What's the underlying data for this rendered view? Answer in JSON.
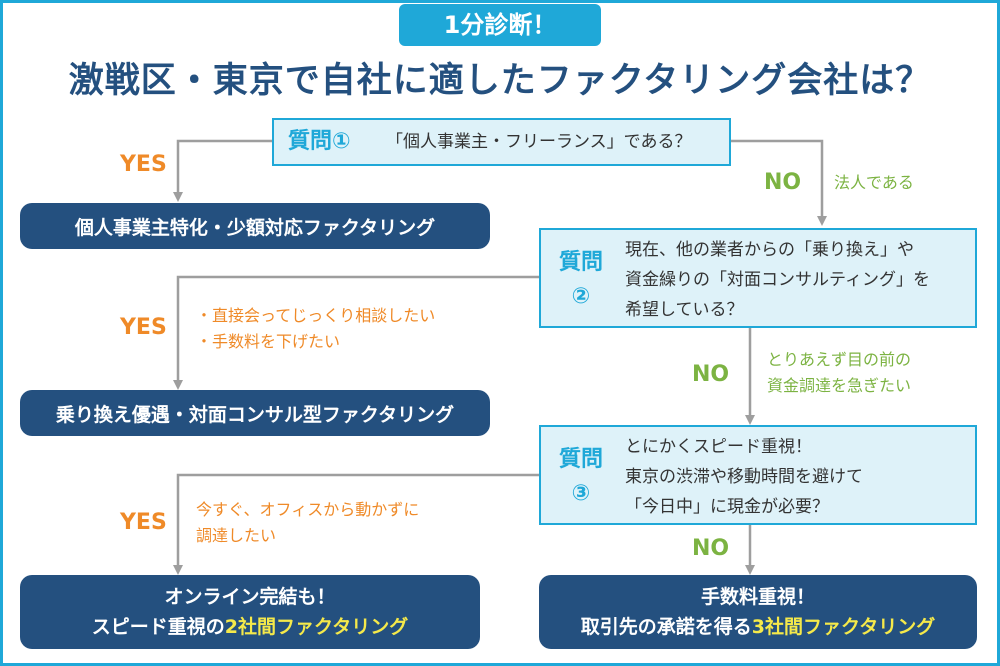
{
  "header": {
    "badge": "1分診断！",
    "title": "激戦区・東京で自社に適したファクタリング会社は？"
  },
  "questions": [
    {
      "label": "質問①",
      "text": "「個人事業主・フリーランス」である？"
    },
    {
      "label_line1": "質問",
      "label_line2": "②",
      "text": "現在、他の業者からの「乗り換え」や\n資金繰りの「対面コンサルティング」を\n希望している？"
    },
    {
      "label_line1": "質問",
      "label_line2": "③",
      "text": "とにかくスピード重視！\n東京の渋滞や移動時間を避けて\n「今日中」に現金が必要？"
    }
  ],
  "branches": {
    "yes_label": "YES",
    "no_label": "NO",
    "q1_no_note": "法人である",
    "q2_yes_note": "・直接会ってじっくり相談したい\n・手数料を下げたい",
    "q2_no_note": "とりあえず目の前の\n資金調達を急ぎたい",
    "q3_yes_note": "今すぐ、オフィスから動かずに\n調達したい"
  },
  "results": {
    "r1": "個人事業主特化・少額対応ファクタリング",
    "r2": "乗り換え優遇・対面コンサル型ファクタリング",
    "r3_line1": "オンライン完結も！",
    "r3_line2_pre": "スピード重視の",
    "r3_line2_hl": "2社間ファクタリング",
    "r4_line1": "手数料重視！",
    "r4_line2_pre": "取引先の承諾を得る",
    "r4_line2_hl": "3社間ファクタリング"
  },
  "colors": {
    "accent": "#1fa8d8",
    "navy": "#24507f",
    "yes": "#ef8a28",
    "no": "#7cb342",
    "highlight": "#f5e94a",
    "question_bg": "#def2f9"
  }
}
